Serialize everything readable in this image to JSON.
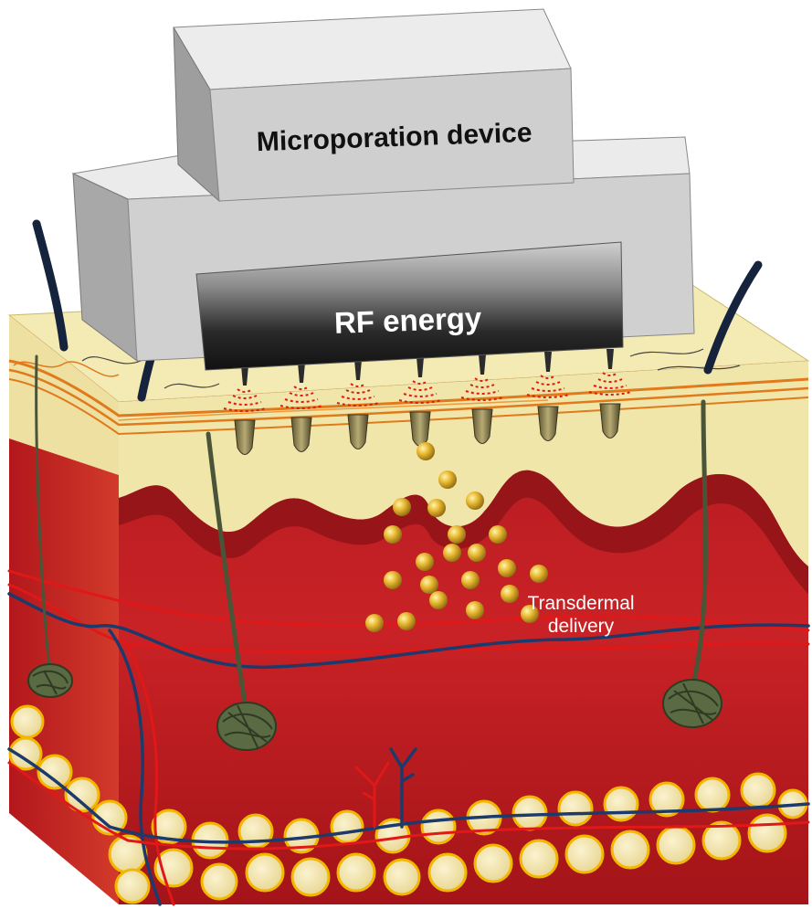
{
  "labels": {
    "device": "Microporation device",
    "energy": "RF energy",
    "delivery_line1": "Transdermal",
    "delivery_line2": "delivery"
  },
  "colors": {
    "device_body": "#d2d2d2",
    "device_top": "#ececec",
    "device_side": "#9e9e9e",
    "rf_band_dark": "#222222",
    "rf_band_light": "#c8c8c8",
    "epidermis": "#f1e6a9",
    "dermis": "#c81f24",
    "dermis_dark": "#8e1216",
    "collagen": "#e37d1f",
    "fat_cell": "#efe0a0",
    "fat_outline": "#f2b800",
    "particle": "#e5b52b",
    "hair": "#16233d",
    "follicle": "#3f4f32",
    "vein": "#1c3a6b",
    "artery": "#e01818",
    "rf_wave": "#e01818",
    "needle": "#8a7f4f"
  },
  "icons": [
    "hair-icon",
    "hair-follicle-icon",
    "microneedle-icon",
    "rf-wave-icon",
    "nanoparticle-icon",
    "fat-cell-icon",
    "blood-vessel-icon"
  ]
}
